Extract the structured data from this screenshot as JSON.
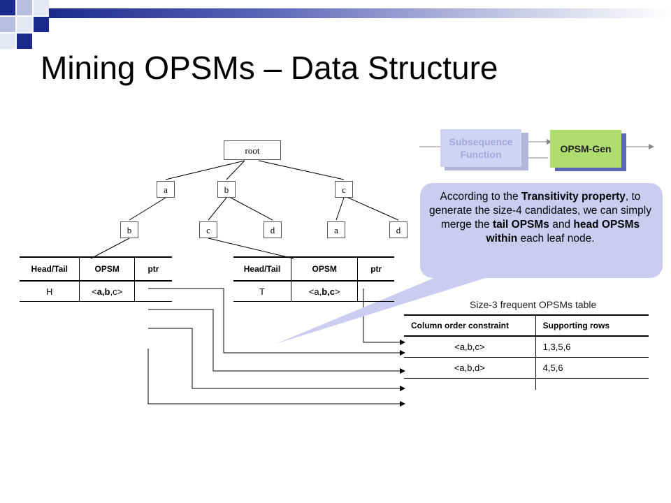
{
  "slide": {
    "title": "Mining OPSMs – Data Structure"
  },
  "tree": {
    "root": "root",
    "level1": [
      "a",
      "b",
      "c"
    ],
    "level2": [
      "b",
      "c",
      "d",
      "a",
      "d"
    ]
  },
  "head_table": {
    "headers": [
      "Head/Tail",
      "OPSM",
      "ptr"
    ],
    "row": {
      "type": "H",
      "opsm_prefix": "<",
      "opsm_bold": "a,b",
      "opsm_suffix": ",c>",
      "ptr": ""
    }
  },
  "tail_table": {
    "headers": [
      "Head/Tail",
      "OPSM",
      "ptr"
    ],
    "row": {
      "type": "T",
      "opsm_prefix": "<a,",
      "opsm_bold": "b,c",
      "opsm_suffix": ">",
      "ptr": ""
    }
  },
  "flow": {
    "subsequence_label": "Subsequence Function",
    "opsm_gen_label": "OPSM-Gen"
  },
  "callout": {
    "part1": "According to the ",
    "bold1": "Transitivity property",
    "part2": ", to generate the size-4 candidates, we can simply merge the ",
    "bold2": "tail OPSMs",
    "part3": " and ",
    "bold3": "head OPSMs within",
    "part4": " each leaf node."
  },
  "frequent_table": {
    "caption": "Size-3 frequent OPSMs table",
    "headers": [
      "Column order constraint",
      "Supporting rows"
    ],
    "rows": [
      {
        "constraint": "<a,b,c>",
        "rows": "1,3,5,6"
      },
      {
        "constraint": "<a,b,d>",
        "rows": "4,5,6"
      }
    ]
  },
  "colors": {
    "accent_blue": "#1c2a8c",
    "callout_fill": "#ccccf0",
    "subsequence_fill": "#d0d4f4",
    "opsm_gen_fill": "#aedc6e"
  }
}
